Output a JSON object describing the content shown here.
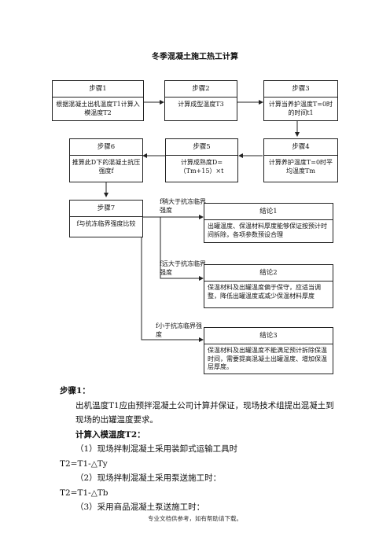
{
  "doc": {
    "title": "冬季混凝土施工热工计算",
    "footer": "专业文档供参考，如有帮助请下载。"
  },
  "flow": {
    "step1": {
      "head": "步骤1",
      "body": "根据混凝土出机温度T1计算入模温度T2"
    },
    "step2": {
      "head": "步骤2",
      "body": "计算成型温度T3"
    },
    "step3": {
      "head": "步骤3",
      "body": "计算当养护温度T=0时的时间t1"
    },
    "step4": {
      "head": "步骤4",
      "body": "计算养护温度T=0时平均温度Tm"
    },
    "step5": {
      "head": "步骤5",
      "body": "计算成熟度D=（Tm+15）×t"
    },
    "step6": {
      "head": "步骤6",
      "body": "推算此D下的混凝土抗压强度f"
    },
    "step7": {
      "head": "步骤7",
      "body": "f与抗冻临界强度比较"
    },
    "branch1": "f稍大于抗冻临界强度",
    "branch2": "f远大于抗冻临界强度",
    "branch3": "f小于抗冻临界强度",
    "c1": {
      "head": "结论1",
      "body": "出罐温度、保温材料厚度能够保证按预计时间拆除，各项参数预设合理"
    },
    "c2": {
      "head": "结论2",
      "body": "保温材料及出罐温度偏于保守，应适当调整，降低出罐温度或减少保温材料厚度"
    },
    "c3": {
      "head": "结论3",
      "body": "保温材料及出罐温度不能满足预计拆除保温时间，需要提高混凝土出罐温度、增加保温层厚度。"
    }
  },
  "content": {
    "step1_heading": "步骤1：",
    "step1_para": "出机温度T1应由预拌混凝土公司计算并保证，现场技术组提出混凝土到现场的出罐温度要求。",
    "t2_heading": "计算入模温度T2：",
    "item1": "（1）现场拌制混凝土采用装卸式运输工具时",
    "formula1": "T2=T1-△Ty",
    "item2": "（2）现场拌制混凝土采用泵送施工时：",
    "formula2": "T2=T1-△Tb",
    "item3": "（3）采用商品混凝土泵送施工时："
  }
}
